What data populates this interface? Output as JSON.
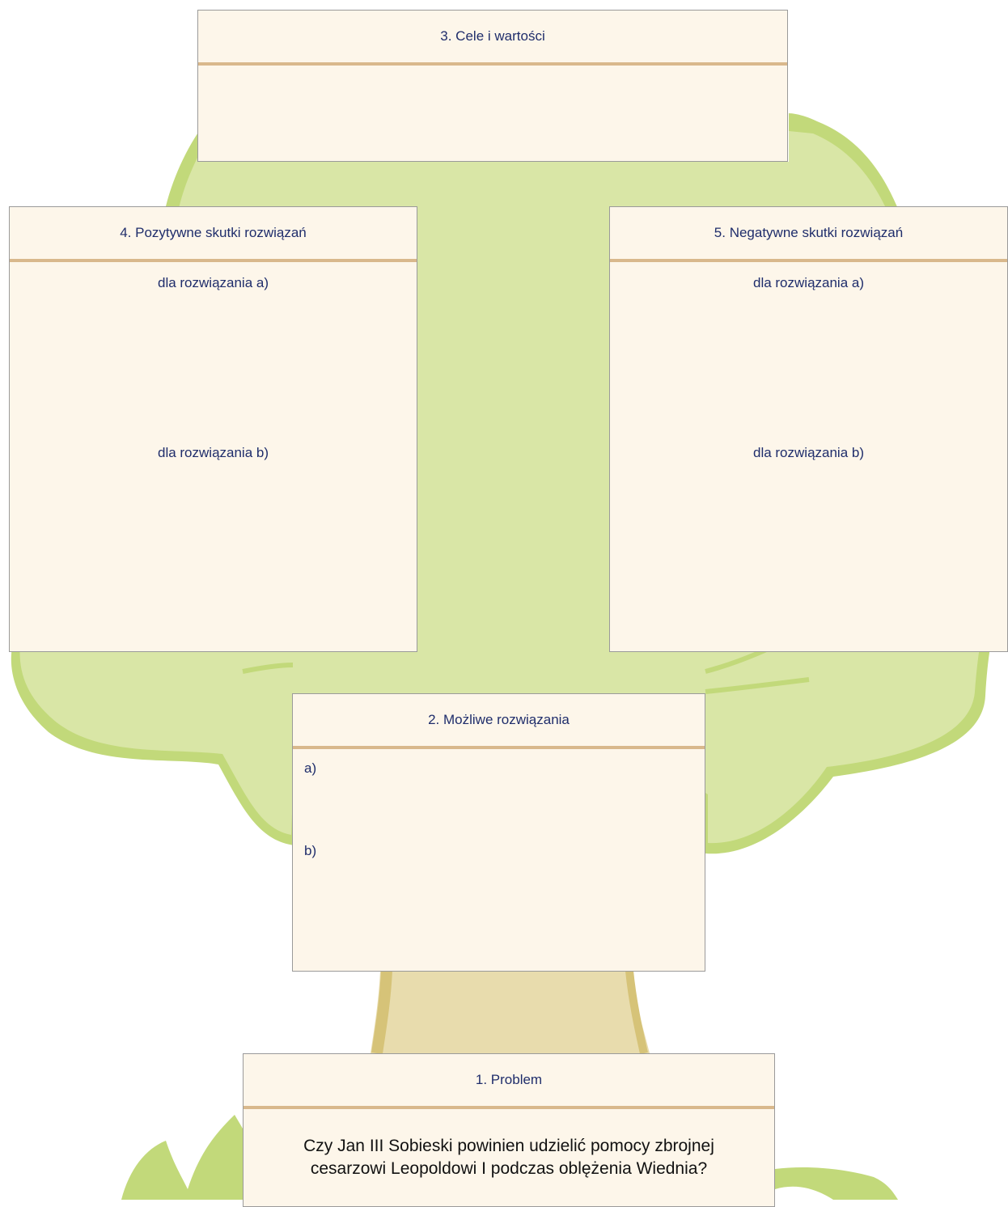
{
  "goals": {
    "title": "3. Cele i wartości"
  },
  "positive": {
    "title": "4. Pozytywne skutki rozwiązań",
    "sub_a": "dla rozwiązania a)",
    "sub_b": "dla rozwiązania b)"
  },
  "negative": {
    "title": "5. Negatywne skutki rozwiązań",
    "sub_a": "dla rozwiązania a)",
    "sub_b": "dla rozwiązania b)"
  },
  "solutions": {
    "title": "2. Możliwe rozwiązania",
    "option_a": "a)",
    "option_b": "b)"
  },
  "problem": {
    "title": "1. Problem",
    "question_line1": "Czy Jan III Sobieski powinien udzielić pomocy zbrojnej",
    "question_line2": "cesarzowi Leopoldowi I podczas oblężenia Wiednia?"
  },
  "colors": {
    "crown_fill": "#d9e6a6",
    "crown_outline": "#c2d97a",
    "trunk_fill": "#e8dcad",
    "trunk_edge": "#d6c378",
    "box_fill": "#fdf6ea",
    "box_border": "#9a9a9a",
    "header_rule": "#d9b88c",
    "label_text": "#1f2d6b"
  }
}
